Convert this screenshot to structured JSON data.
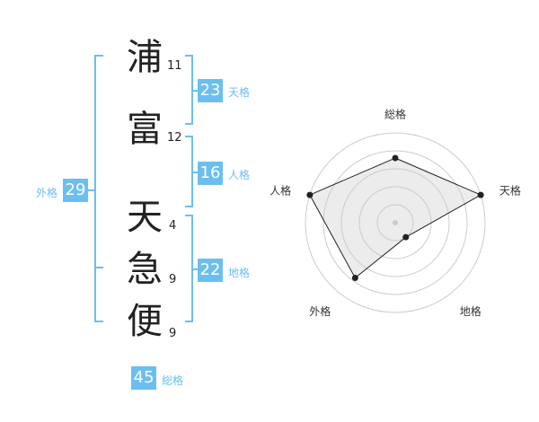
{
  "name_chars": [
    {
      "char": "浦",
      "strokes": "11"
    },
    {
      "char": "富",
      "strokes": "12"
    },
    {
      "char": "天",
      "strokes": "4"
    },
    {
      "char": "急",
      "strokes": "9"
    },
    {
      "char": "便",
      "strokes": "9"
    }
  ],
  "kaku": {
    "tenkaku": {
      "value": "23",
      "label": "天格"
    },
    "jinkaku": {
      "value": "16",
      "label": "人格"
    },
    "chikaku": {
      "value": "22",
      "label": "地格"
    },
    "gaikaku": {
      "value": "29",
      "label": "外格"
    },
    "soukaku": {
      "value": "45",
      "label": "総格"
    }
  },
  "colors": {
    "accent": "#6bbff0",
    "ring": "#cccccc",
    "fill": "#eeeeee",
    "line": "#222222"
  },
  "chart_data": {
    "type": "radar",
    "axes": [
      "総格",
      "天格",
      "地格",
      "外格",
      "人格"
    ],
    "values": [
      0.72,
      1.0,
      0.2,
      0.76,
      1.0
    ],
    "rings": 5
  }
}
